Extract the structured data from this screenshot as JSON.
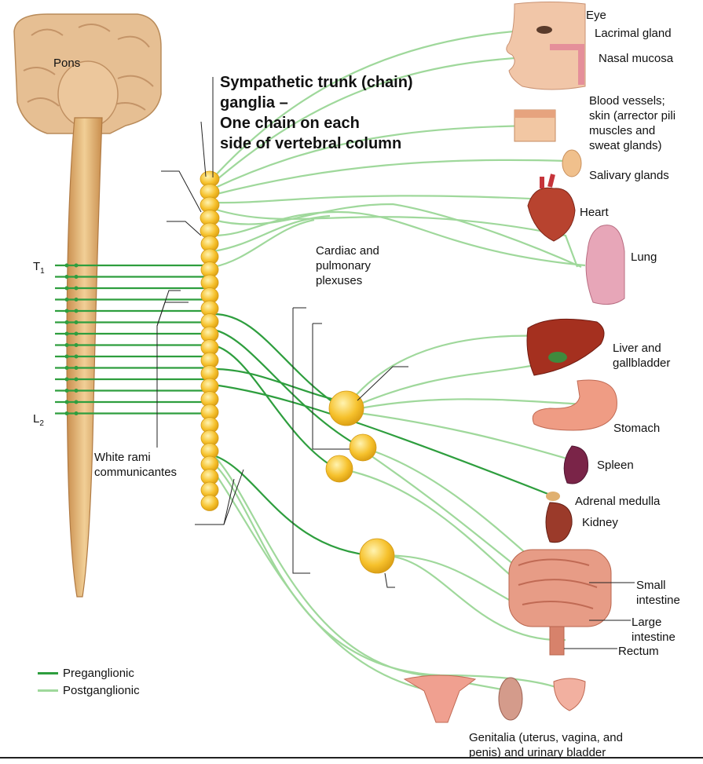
{
  "labels": {
    "pons": "Pons",
    "t1": "T",
    "t1_sub": "1",
    "l2": "L",
    "l2_sub": "2",
    "trunk_title": "Sympathetic trunk (chain)\nganglia –\nOne chain on each\nside of vertebral column",
    "white_rami": "White rami\ncommunicantes",
    "cardiac": "Cardiac and\npulmonary\nplexuses",
    "eye": "Eye",
    "lacrimal": "Lacrimal gland",
    "nasal": "Nasal mucosa",
    "blood_vessels": "Blood vessels;\nskin (arrector pili\nmuscles and\nsweat glands)",
    "salivary": "Salivary glands",
    "heart": "Heart",
    "lung": "Lung",
    "liver": "Liver and\ngallbladder",
    "stomach": "Stomach",
    "spleen": "Spleen",
    "adrenal": "Adrenal medulla",
    "kidney": "Kidney",
    "small_int": "Small\nintestine",
    "large_int": "Large\nintestine",
    "rectum": "Rectum",
    "genitalia": "Genitalia (uterus, vagina, and\npenis) and urinary bladder"
  },
  "legend": {
    "pre_label": "Preganglionic",
    "post_label": "Postganglionic",
    "pre_color": "#2e9e3e",
    "post_color": "#9fd89b"
  },
  "colors": {
    "cord": "#e8b873",
    "brain": "#e3b98a",
    "ganglion": "#f6c12c",
    "ganglion_light": "#fde58a",
    "organ_red": "#b8432f",
    "organ_pink": "#e9a6b3"
  }
}
